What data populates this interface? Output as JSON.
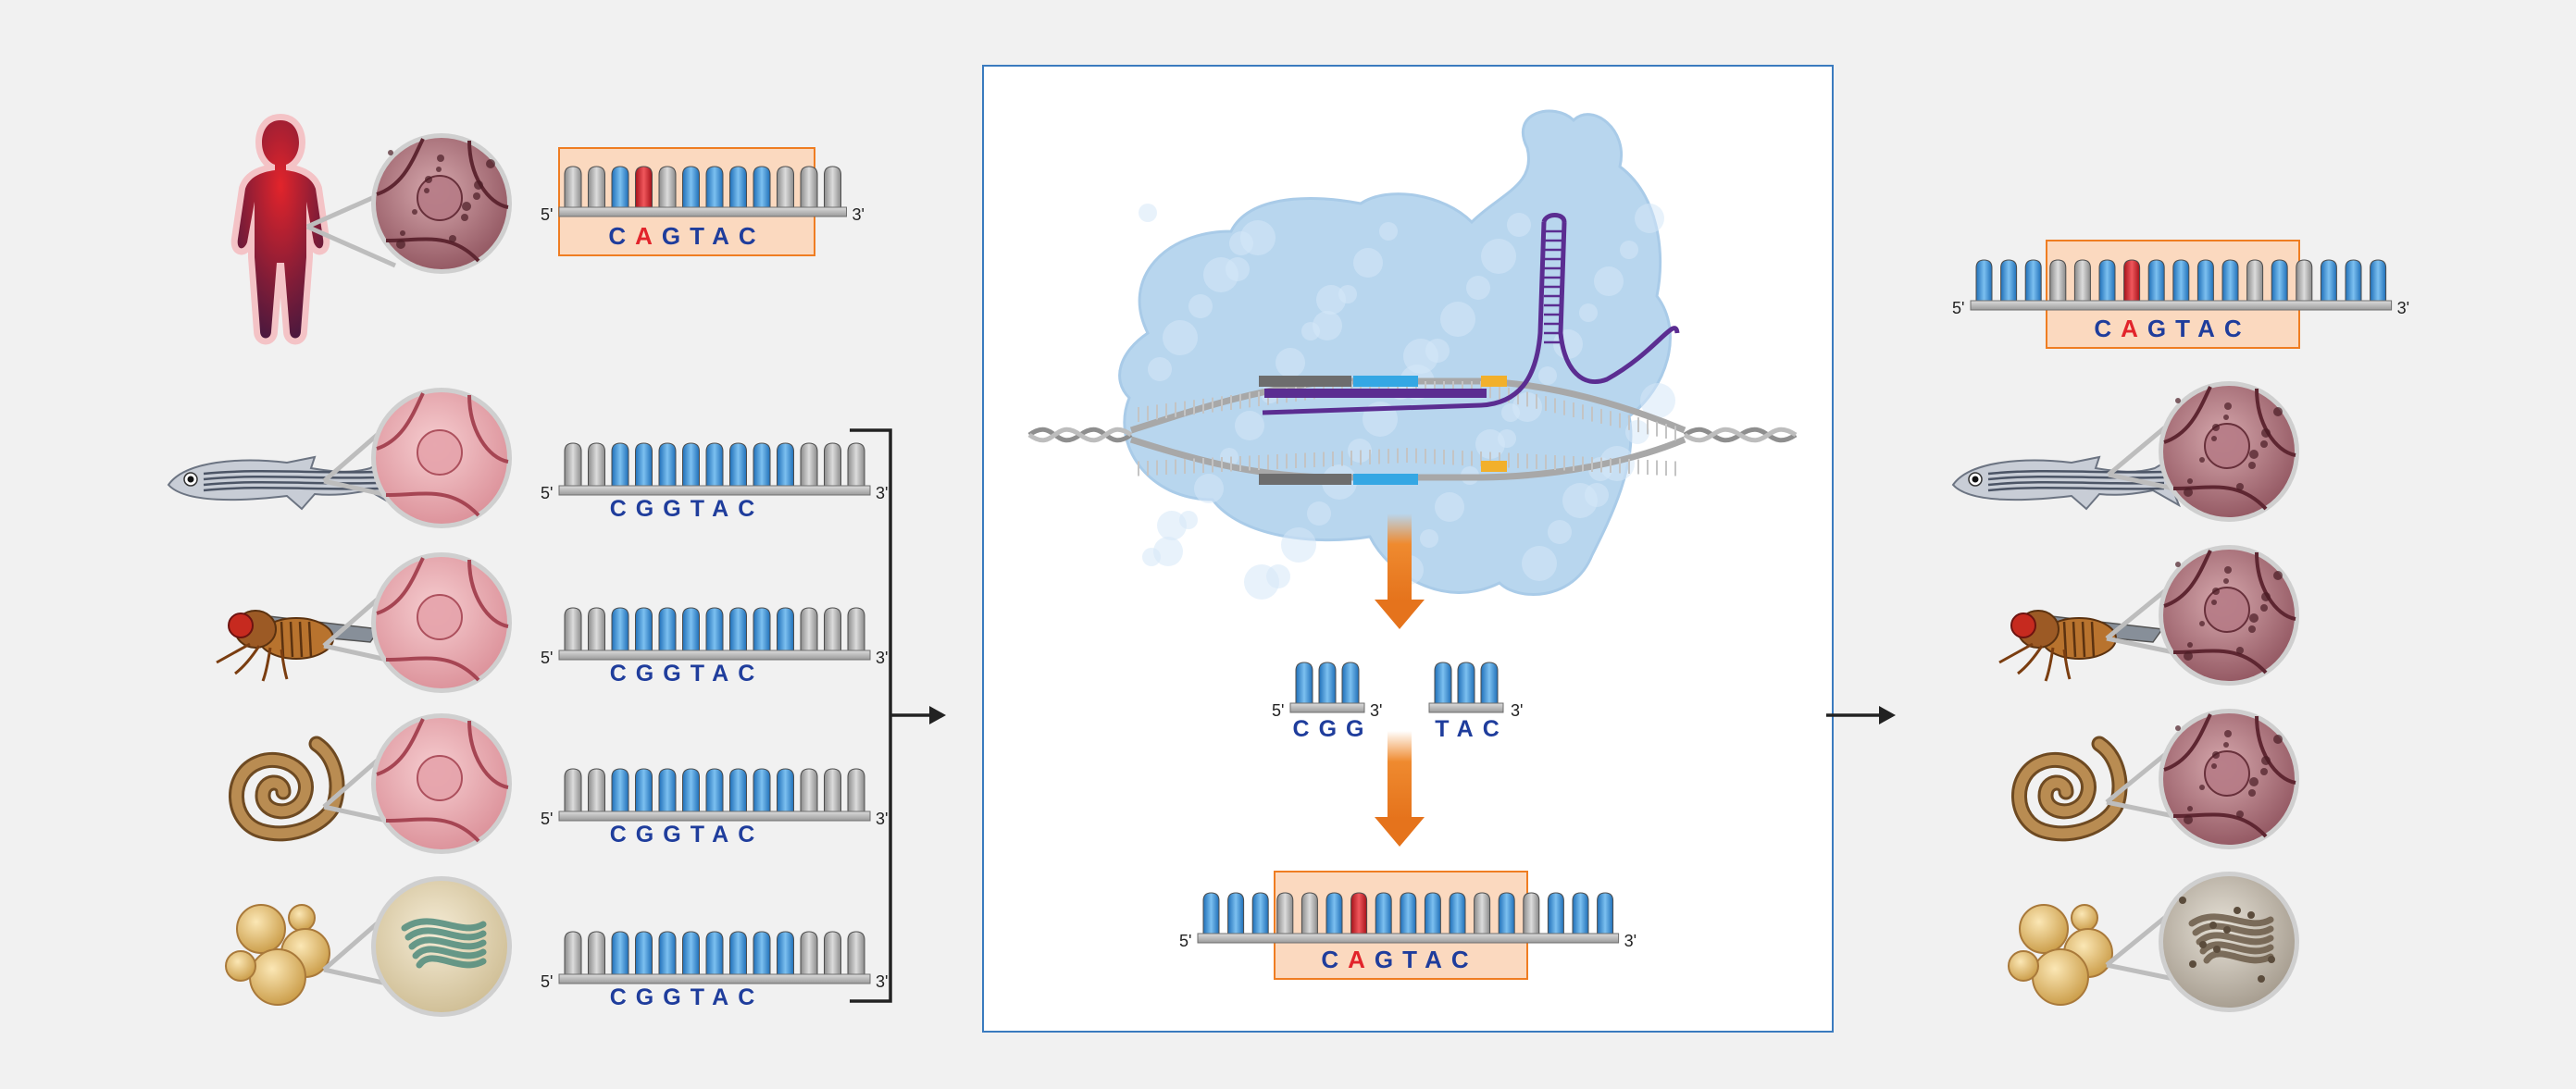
{
  "colors": {
    "background": "#f1f1f1",
    "panel_border": "#3a7bbf",
    "base_blue": "#3b8fd6",
    "base_grey": "#a9a9a9",
    "base_mutant": "#d9232b",
    "highlight_box": "#fbd9bf",
    "highlight_border": "#ef7d22",
    "sequence_text": "#1f3d9c",
    "mutation_text": "#e2242b",
    "arrow_orange": "#ef8a2f",
    "cas9_protein": "#b8d6ee",
    "guide_rna": "#5b2d91"
  },
  "labels": {
    "five_prime": "5'",
    "three_prime": "3'"
  },
  "human": {
    "organism_icon": "human-silhouette-icon",
    "cell_icon": "diseased-cell-icon",
    "sequence": [
      "C",
      "A",
      "G",
      "T",
      "A",
      "C"
    ],
    "mutant_index": 1
  },
  "models": [
    {
      "organism_icon": "zebrafish-icon",
      "cell_icon": "healthy-cell-icon",
      "sequence": [
        "C",
        "G",
        "G",
        "T",
        "A",
        "C"
      ]
    },
    {
      "organism_icon": "fruit-fly-icon",
      "cell_icon": "healthy-cell-icon",
      "sequence": [
        "C",
        "G",
        "G",
        "T",
        "A",
        "C"
      ]
    },
    {
      "organism_icon": "nematode-worm-icon",
      "cell_icon": "healthy-cell-icon",
      "sequence": [
        "C",
        "G",
        "G",
        "T",
        "A",
        "C"
      ]
    },
    {
      "organism_icon": "yeast-icon",
      "cell_icon": "yeast-cell-icon",
      "sequence": [
        "C",
        "G",
        "G",
        "T",
        "A",
        "C"
      ]
    }
  ],
  "crispr_panel": {
    "protein_icon": "cas9-protein-icon",
    "guide_icon": "guide-rna-icon",
    "cut_left": [
      "C",
      "G",
      "G"
    ],
    "cut_right": [
      "T",
      "A",
      "C"
    ],
    "edited_sequence": [
      "C",
      "A",
      "G",
      "T",
      "A",
      "C"
    ],
    "mutant_index": 1
  },
  "result": {
    "edited_sequence": [
      "C",
      "A",
      "G",
      "T",
      "A",
      "C"
    ],
    "mutant_index": 1,
    "models": [
      {
        "organism_icon": "zebrafish-icon",
        "cell_icon": "diseased-cell-icon"
      },
      {
        "organism_icon": "fruit-fly-icon",
        "cell_icon": "diseased-cell-icon"
      },
      {
        "organism_icon": "nematode-worm-icon",
        "cell_icon": "diseased-cell-icon"
      },
      {
        "organism_icon": "yeast-icon",
        "cell_icon": "diseased-yeast-cell-icon"
      }
    ]
  }
}
